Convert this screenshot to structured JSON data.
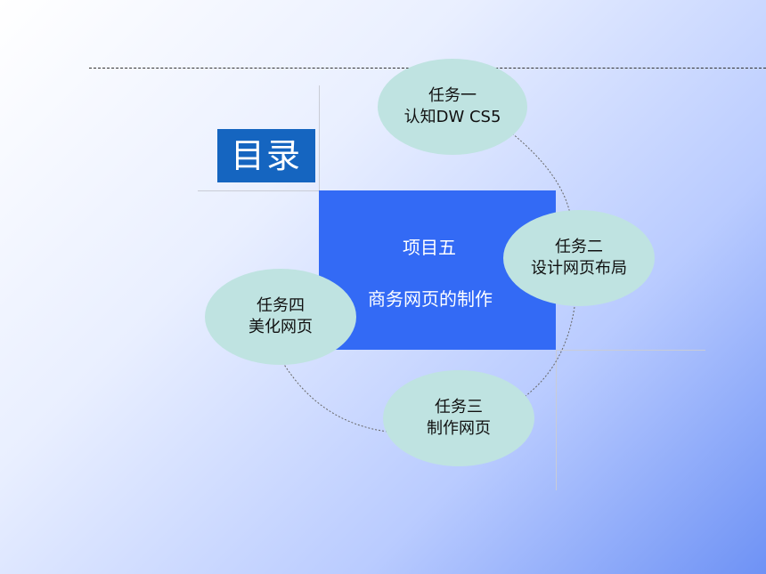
{
  "title": "目录",
  "center": {
    "line1": "项目五",
    "line2": "商务网页的制作"
  },
  "tasks": [
    {
      "name": "任务一",
      "desc": "认知DW CS5"
    },
    {
      "name": "任务二",
      "desc": "设计网页布局"
    },
    {
      "name": "任务三",
      "desc": "制作网页"
    },
    {
      "name": "任务四",
      "desc": "美化网页"
    }
  ],
  "colors": {
    "title_bg": "#1565c0",
    "center_bg": "#336af5",
    "ellipse_bg": "#bfe3e1"
  }
}
